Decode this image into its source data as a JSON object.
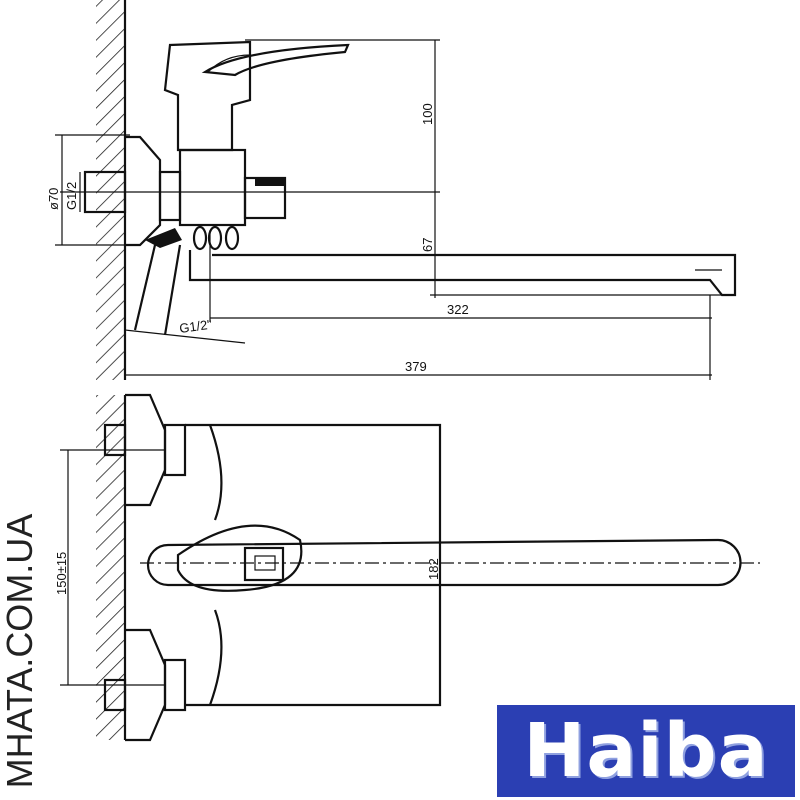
{
  "dimensions": {
    "height_100": "100",
    "diameter_70": "ø70",
    "thread_g12": "G1/2",
    "thread_g12_inch": "G1/2\"",
    "offset_67": "67",
    "spout_322": "322",
    "total_379": "379",
    "centers_150": "150±15",
    "height_182": "182"
  },
  "watermark": "MHATA.COM.UA",
  "logo": {
    "text": "Haiba",
    "color": "#2b3fb3"
  }
}
